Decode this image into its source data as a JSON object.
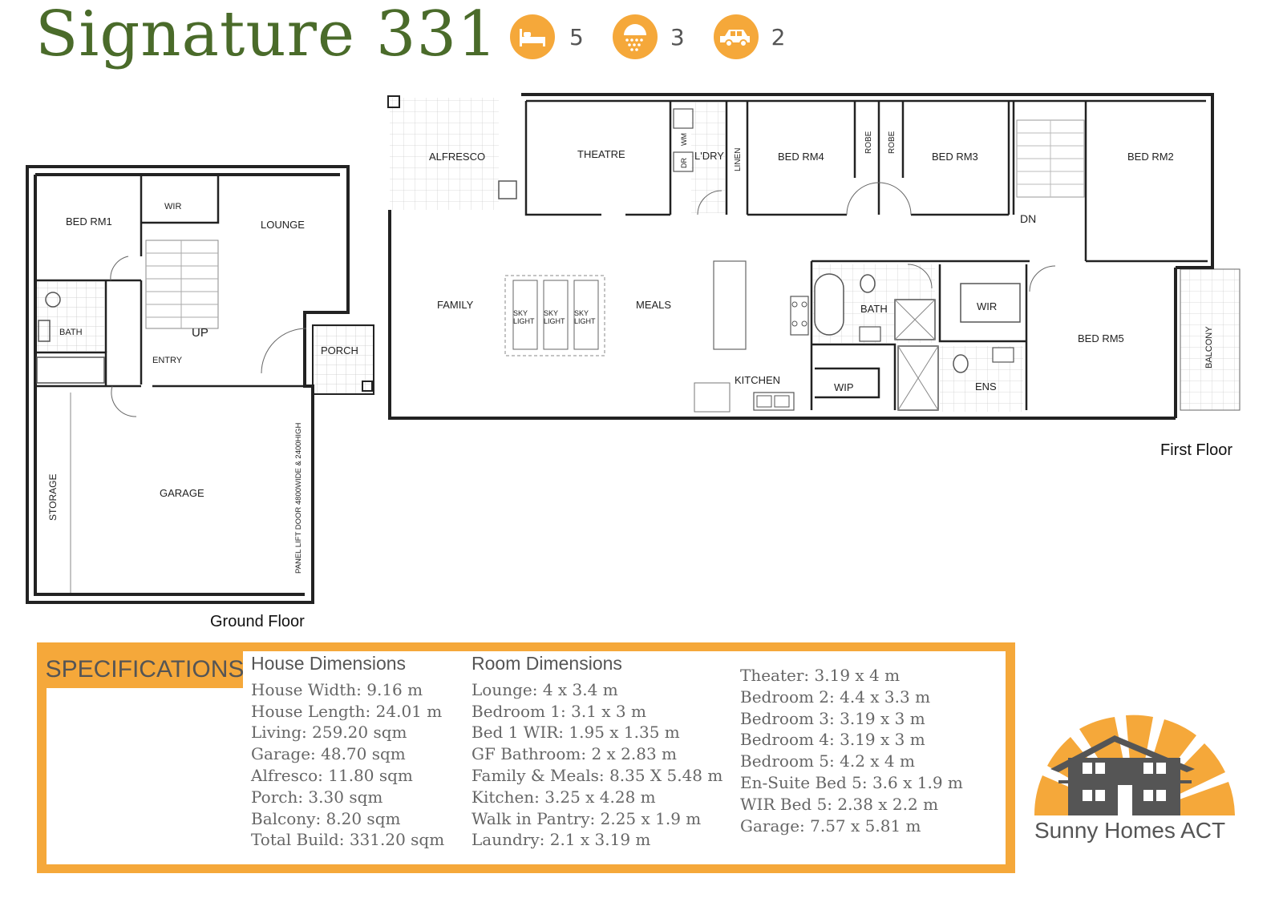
{
  "title": "Signature 331",
  "features": [
    {
      "icon": "bed-icon",
      "value": "5"
    },
    {
      "icon": "shower-icon",
      "value": "3"
    },
    {
      "icon": "car-icon",
      "value": "2"
    }
  ],
  "colors": {
    "accent": "#f5a83a",
    "title": "#4a6b2a",
    "wall": "#222222",
    "brand_grey": "#555555"
  },
  "ground_floor": {
    "caption": "Ground Floor",
    "rooms": {
      "bed1": "BED RM1",
      "wir": "WIR",
      "lounge": "LOUNGE",
      "bath": "BATH",
      "up": "UP",
      "entry": "ENTRY",
      "porch": "PORCH",
      "storage": "STORAGE",
      "garage": "GARAGE",
      "garage_door": "PANEL LIFT DOOR 4800WIDE & 2400HIGH"
    }
  },
  "first_floor": {
    "caption": "First Floor",
    "rooms": {
      "alfresco": "ALFRESCO",
      "theatre": "THEATRE",
      "wm": "WM",
      "dr": "DR",
      "ldry": "L'DRY",
      "linen": "LINEN",
      "bed4": "BED RM4",
      "robe1": "ROBE",
      "robe2": "ROBE",
      "bed3": "BED RM3",
      "bed2": "BED RM2",
      "dn": "DN",
      "family": "FAMILY",
      "sky1a": "SKY",
      "sky1b": "LIGHT",
      "sky2a": "SKY",
      "sky2b": "LIGHT",
      "sky3a": "SKY",
      "sky3b": "LIGHT",
      "meals": "MEALS",
      "bath": "BATH",
      "wir": "WIR",
      "bed5": "BED RM5",
      "balcony": "BALCONY",
      "kitchen": "KITCHEN",
      "wip": "WIP",
      "ens": "ENS"
    }
  },
  "specs": {
    "tab": "SPECIFICATIONS",
    "house": {
      "heading": "House Dimensions",
      "items": [
        "House Width: 9.16 m",
        "House Length: 24.01 m",
        "Living: 259.20 sqm",
        "Garage: 48.70 sqm",
        "Alfresco: 11.80 sqm",
        "Porch: 3.30 sqm",
        "Balcony: 8.20 sqm",
        "Total Build: 331.20 sqm"
      ]
    },
    "rooms": {
      "heading": "Room Dimensions",
      "items": [
        "Lounge: 4 x 3.4 m",
        "Bedroom 1: 3.1 x 3 m",
        "Bed 1 WIR: 1.95 x 1.35 m",
        "GF Bathroom: 2 x 2.83 m",
        "Family & Meals: 8.35 X 5.48 m",
        "Kitchen: 3.25 x 4.28 m",
        "Walk in Pantry: 2.25 x 1.9 m",
        "Laundry: 2.1 x 3.19 m"
      ]
    },
    "more": {
      "items": [
        "Theater: 3.19 x 4 m",
        "Bedroom 2: 4.4 x 3.3 m",
        "Bedroom 3: 3.19 x 3 m",
        "Bedroom 4: 3.19 x 3 m",
        "Bedroom 5: 4.2 x 4 m",
        "En-Suite Bed 5: 3.6 x 1.9 m",
        "WIR Bed 5: 2.38 x 2.2 m",
        "Garage: 7.57 x 5.81 m"
      ]
    }
  },
  "brand": {
    "name": "Sunny Homes ACT"
  }
}
